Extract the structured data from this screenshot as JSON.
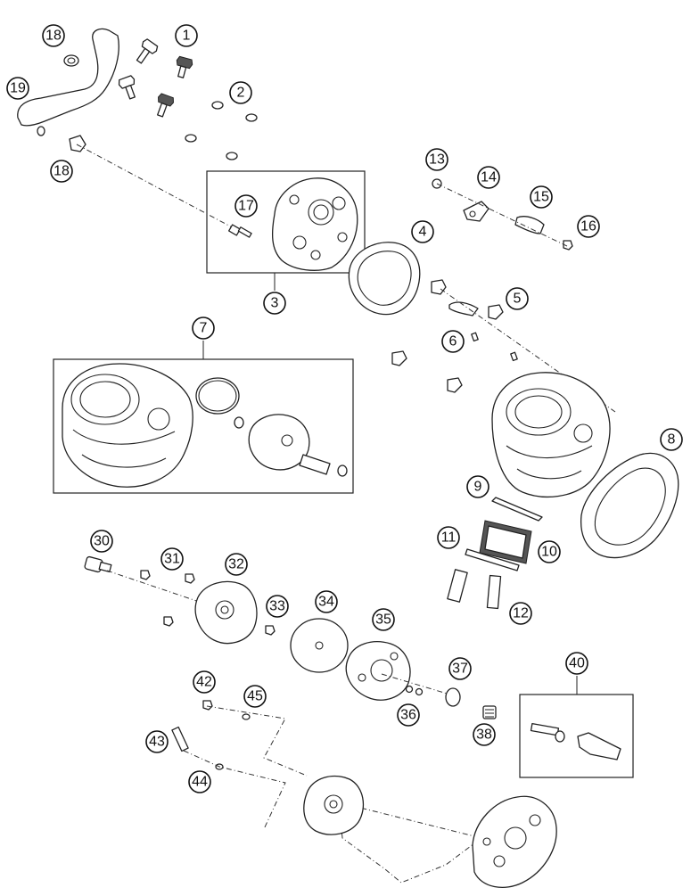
{
  "diagram": {
    "callouts": [
      "1",
      "2",
      "3",
      "4",
      "5",
      "6",
      "7",
      "8",
      "9",
      "10",
      "11",
      "12",
      "13",
      "14",
      "15",
      "16",
      "17",
      "18",
      "18",
      "19",
      "30",
      "31",
      "32",
      "33",
      "34",
      "35",
      "36",
      "37",
      "38",
      "40",
      "42",
      "43",
      "44",
      "45"
    ]
  }
}
